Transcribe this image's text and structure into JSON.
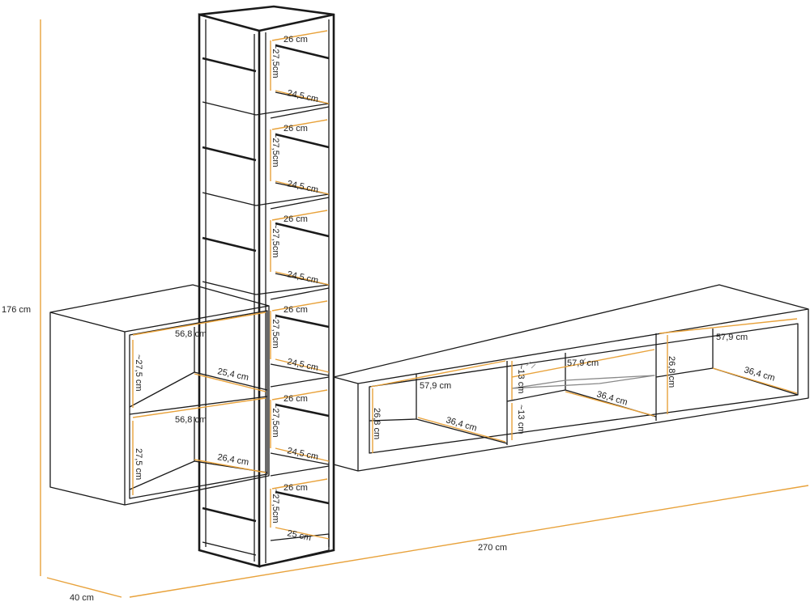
{
  "overall": {
    "height": "176 cm",
    "depth": "40 cm",
    "width": "270 cm"
  },
  "tall_shelf": {
    "compartment_width": "26 cm",
    "compartment_height": "~27,5cm",
    "depths": [
      "24,5 cm",
      "24,5 cm",
      "24,5 cm",
      "24,5 cm",
      "24,5 cm",
      "25 cm"
    ]
  },
  "wall_cabinet": {
    "width": "56,8 cm",
    "height_top": "~27,5 cm",
    "height_bottom": "27,5 cm",
    "depth_top": "25,4 cm",
    "depth_bottom": "26,4 cm"
  },
  "tv_board": {
    "compartment_width": "57,9 cm",
    "height": "26,8 cm",
    "depth": "36,4 cm",
    "glass_height_top": "~13 cm",
    "glass_height_bottom": "~13 cm"
  },
  "colors": {
    "dimension": "#e8a23b",
    "line": "#1a1a1a"
  }
}
